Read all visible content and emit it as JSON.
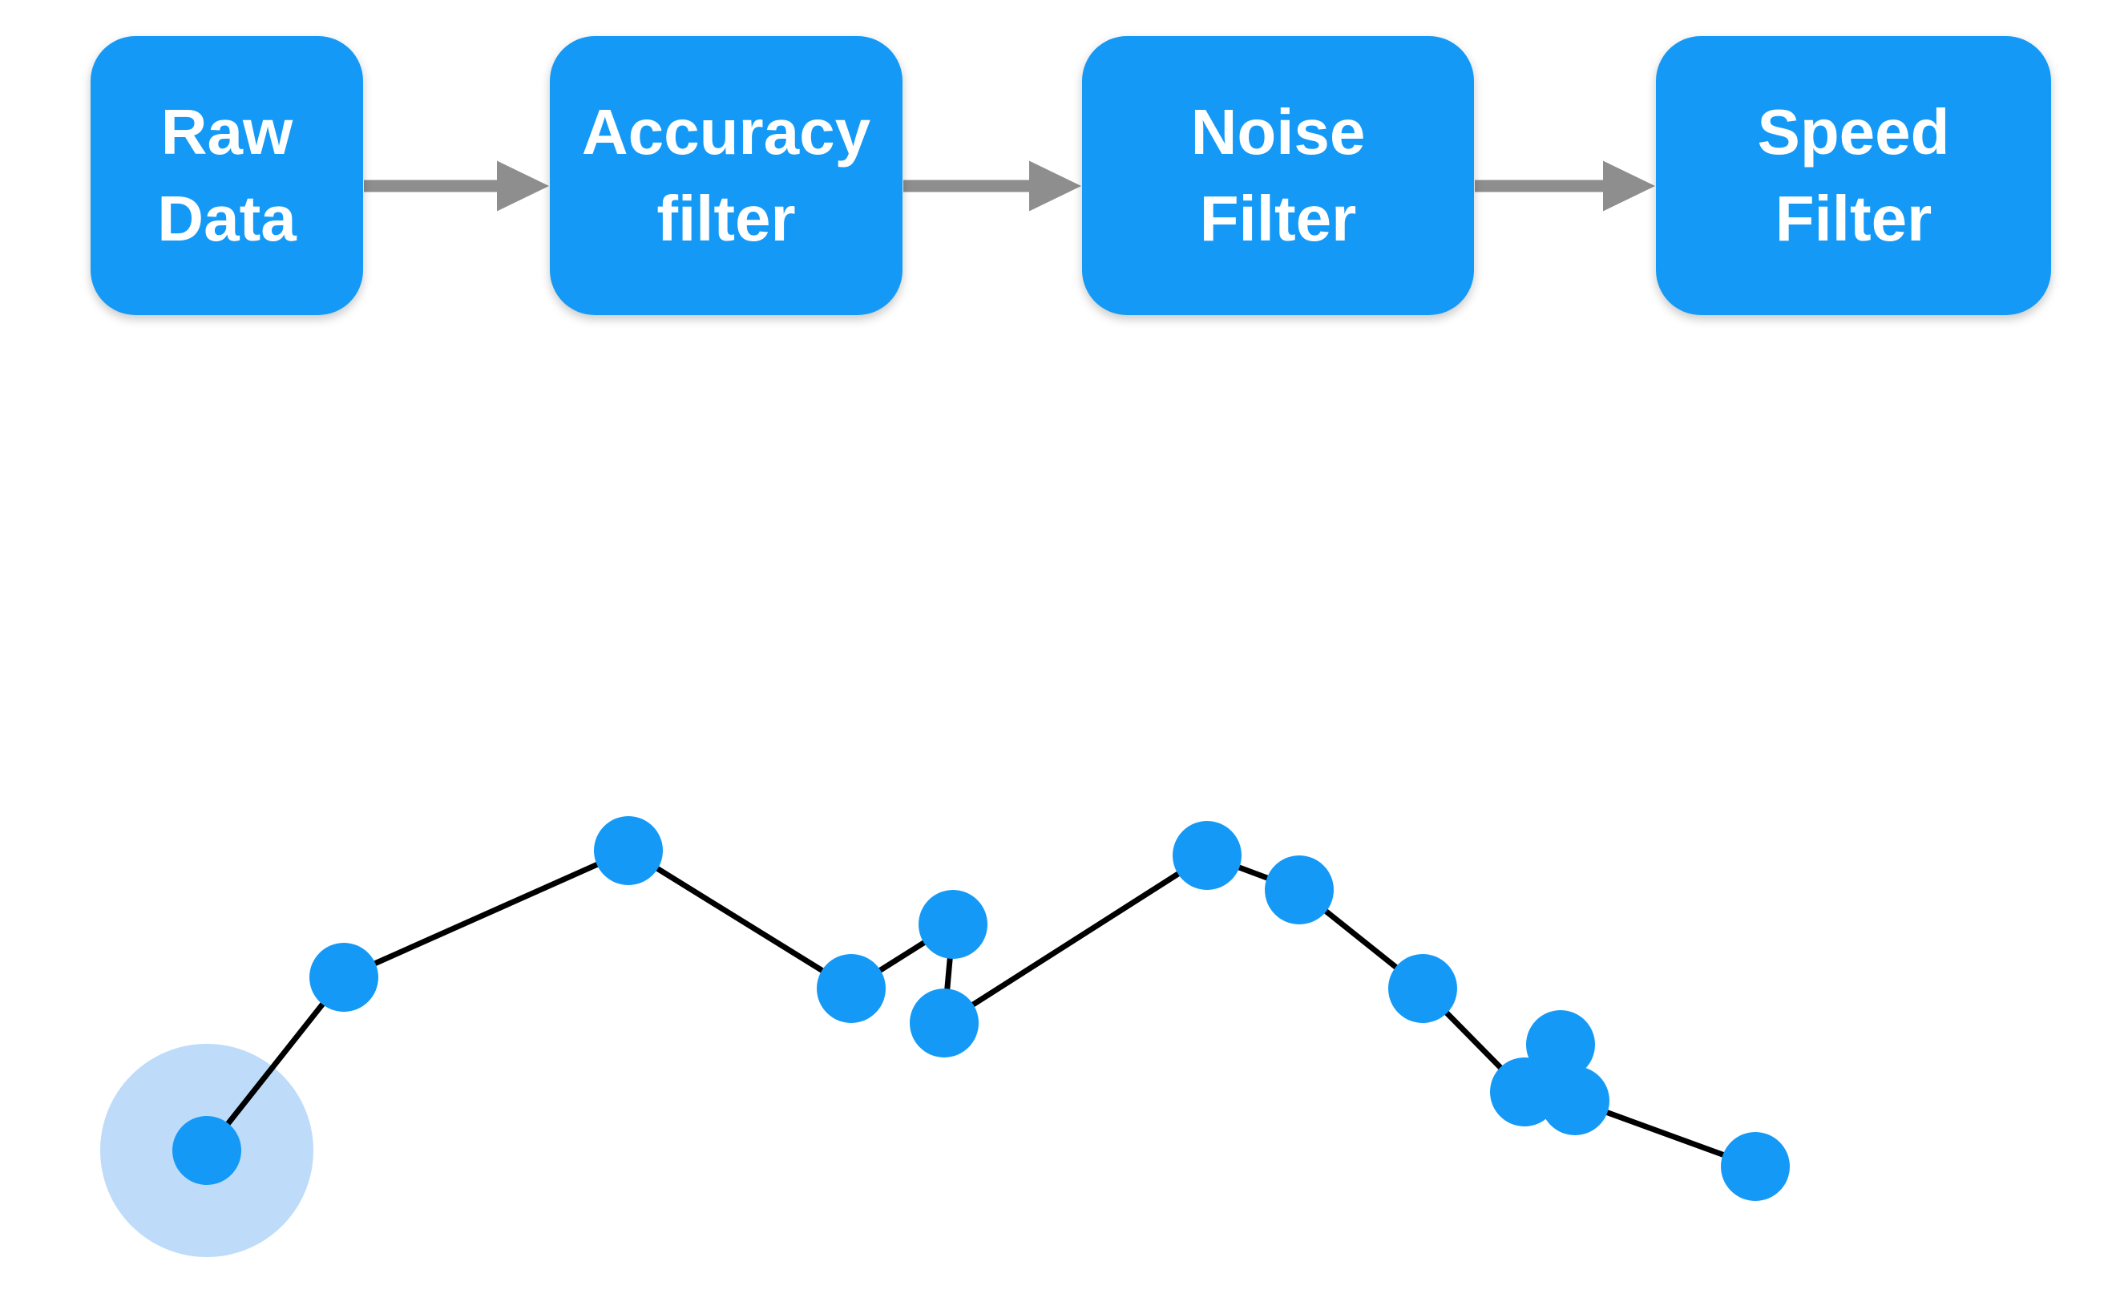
{
  "page": {
    "background_color": "#ffffff",
    "accent_blue": "#149AF6",
    "arrow_gray": "#8E8E8E",
    "label_text_color": "#ffffff"
  },
  "pipeline": {
    "steps": [
      {
        "id": "raw-data",
        "label": "Raw\nData"
      },
      {
        "id": "accuracy-filter",
        "label": "Accuracy\nfilter"
      },
      {
        "id": "noise-filter",
        "label": "Noise\nFilter"
      },
      {
        "id": "speed-filter",
        "label": "Speed\nFilter"
      }
    ],
    "connector": "arrow-right"
  },
  "chart_data": {
    "type": "scatter",
    "title": "",
    "connected": true,
    "series": [
      {
        "name": "raw-gps-track",
        "points": [
          [
            258,
            1435
          ],
          [
            429,
            1219
          ],
          [
            784,
            1061
          ],
          [
            1062,
            1233
          ],
          [
            1189,
            1153
          ],
          [
            1178,
            1276
          ],
          [
            1506,
            1067
          ],
          [
            1621,
            1110
          ],
          [
            1775,
            1233
          ],
          [
            1902,
            1362
          ],
          [
            1947,
            1303
          ],
          [
            1965,
            1373
          ],
          [
            2190,
            1455
          ]
        ]
      }
    ],
    "point_color": "#149AF6",
    "point_radius": 43,
    "line_color": "#000000",
    "line_width": 7,
    "highlight": {
      "point_index": 0,
      "halo_color": "#BEDCF9",
      "halo_radius": 133
    },
    "axes": "none",
    "grid": false,
    "legend": false
  }
}
